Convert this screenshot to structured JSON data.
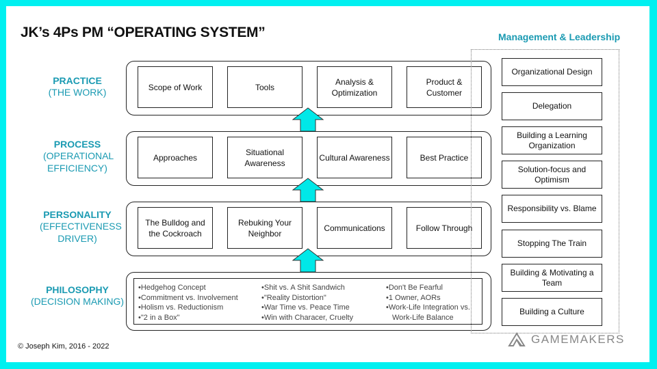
{
  "title": "JK’s 4Ps PM “OPERATING SYSTEM”",
  "management": {
    "heading": "Management & Leadership",
    "items": [
      "Organizational Design",
      "Delegation",
      "Building a Learning Organization",
      "Solution-focus and Optimism",
      "Responsibility vs. Blame",
      "Stopping The Train",
      "Building & Motivating a Team",
      "Building a Culture"
    ]
  },
  "layers": {
    "practice": {
      "name": "PRACTICE",
      "sub": "(THE WORK)",
      "boxes": [
        "Scope of Work",
        "Tools",
        "Analysis & Optimization",
        "Product & Customer"
      ]
    },
    "process": {
      "name": "PROCESS",
      "sub": "(OPERATIONAL EFFICIENCY)",
      "boxes": [
        "Approaches",
        "Situational Awareness",
        "Cultural Awareness",
        "Best Practice"
      ]
    },
    "personality": {
      "name": "PERSONALITY",
      "sub": "(EFFECTIVENESS DRIVER)",
      "boxes": [
        "The Bulldog and the Cockroach",
        "Rebuking Your Neighbor",
        "Communications",
        "Follow Through"
      ]
    },
    "philosophy": {
      "name": "PHILOSOPHY",
      "sub": "(DECISION MAKING)",
      "columns": [
        [
          "Hedgehog Concept",
          "Commitment vs. Involvement",
          "Holism vs. Reductionism",
          "\"2 in a Box\""
        ],
        [
          "Shit vs. A Shit Sandwich",
          "\"Reality Distortion\"",
          "War Time vs. Peace Time",
          "Win with Characer, Cruelty"
        ],
        [
          "Don't Be Fearful",
          "1 Owner, AORs",
          "Work-Life Integration vs.",
          "Work-Life Balance"
        ]
      ]
    }
  },
  "copyright": "© Joseph Kim, 2016 - 2022",
  "logo_text": "GAMEMAKERS",
  "colors": {
    "border": "#00f0f0",
    "accent": "#1a9ab2",
    "arrow": "#00e8e8"
  }
}
